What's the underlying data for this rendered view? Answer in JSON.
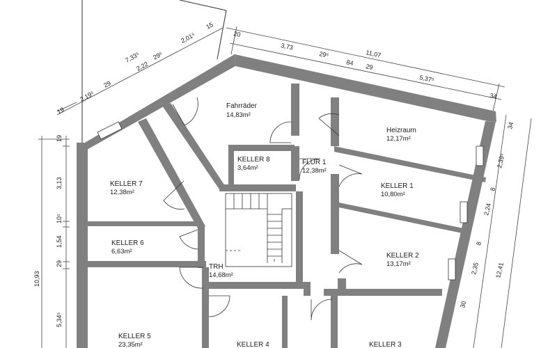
{
  "rooms": {
    "fahrraeder": {
      "name": "Fahrräder",
      "area": "14,83m²"
    },
    "heizraum": {
      "name": "Heizraum",
      "area": "12,17m²"
    },
    "keller8": {
      "name": "KELLER 8",
      "area": "3,64m²"
    },
    "flur1": {
      "name": "FLUR 1",
      "area": "12,38m²"
    },
    "keller7": {
      "name": "KELLER 7",
      "area": "12,38m²"
    },
    "keller1": {
      "name": "KELLER 1",
      "area": "10,80m²"
    },
    "keller6": {
      "name": "KELLER 6",
      "area": "6,63m²"
    },
    "keller2": {
      "name": "KELLER 2",
      "area": "13,17m²"
    },
    "trh": {
      "name": "TRH",
      "area": "14,68m²"
    },
    "keller5": {
      "name": "KELLER 5",
      "area": "23,35m²"
    },
    "keller4": {
      "name": "KELLER 4"
    },
    "keller3": {
      "name": "KELLER 3"
    }
  },
  "dimensions": {
    "top": {
      "d20": "20",
      "d373": "3,73",
      "d295": "29⁵",
      "d1107": "11,07",
      "d84": "84",
      "d29": "29",
      "d5375": "5,37⁵",
      "d34": "34"
    },
    "topleft": {
      "d7335": "7,33⁵",
      "d222": "2,22",
      "d295b": "29⁵",
      "d2015": "2,01⁵",
      "d15": "15",
      "d2195": "2,19⁵",
      "d29": "29",
      "d19": "19"
    },
    "right": {
      "d34": "34",
      "d2395": "2,39⁵",
      "d8a": "8",
      "d224": "2,24",
      "d8b": "8",
      "d235": "2,35",
      "d1241": "12,41",
      "d30": "30"
    },
    "left": {
      "d19": "19",
      "d313": "3,13",
      "d105": "10⁵",
      "d154": "1,54",
      "d29": "29",
      "d1093": "10,93",
      "d5345": "5,34⁵"
    }
  }
}
